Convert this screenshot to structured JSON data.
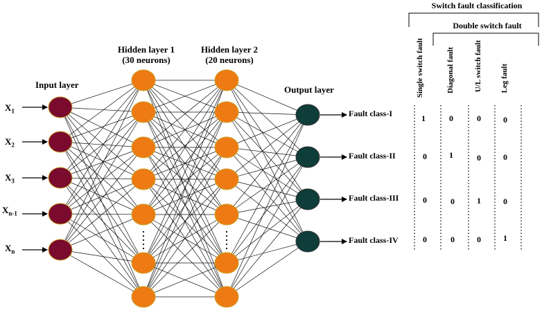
{
  "layers": {
    "input": {
      "label": "Input layer",
      "color": "#7a0a2e",
      "inputs": [
        {
          "base": "X",
          "sub": "1"
        },
        {
          "base": "X",
          "sub": "2"
        },
        {
          "base": "X",
          "sub": "3"
        },
        {
          "base": "X",
          "sub": "n-1"
        },
        {
          "base": "X",
          "sub": "n"
        }
      ]
    },
    "hidden1": {
      "label": "Hidden layer 1",
      "neurons_label": "(30 neurons)",
      "color": "#ee7a14"
    },
    "hidden2": {
      "label": "Hidden layer 2",
      "neurons_label": "(20 neurons)",
      "color": "#ee7a14"
    },
    "output": {
      "label": "Output layer",
      "color": "#0e3d3a"
    }
  },
  "outputs": [
    "Fault class-I",
    "Fault class-II",
    "Fault class-III",
    "Fault class-IV"
  ],
  "table": {
    "title": "Switch fault classification",
    "subtitle": "Double switch fault",
    "columns": [
      "Single switch fault",
      "Diagonal fault",
      "U/L switch fault",
      "Leg fault"
    ],
    "rows": [
      [
        "1",
        "0",
        "0",
        "0"
      ],
      [
        "0",
        "1",
        "0",
        "0"
      ],
      [
        "0",
        "0",
        "1",
        "0"
      ],
      [
        "0",
        "0",
        "0",
        "1"
      ]
    ]
  }
}
